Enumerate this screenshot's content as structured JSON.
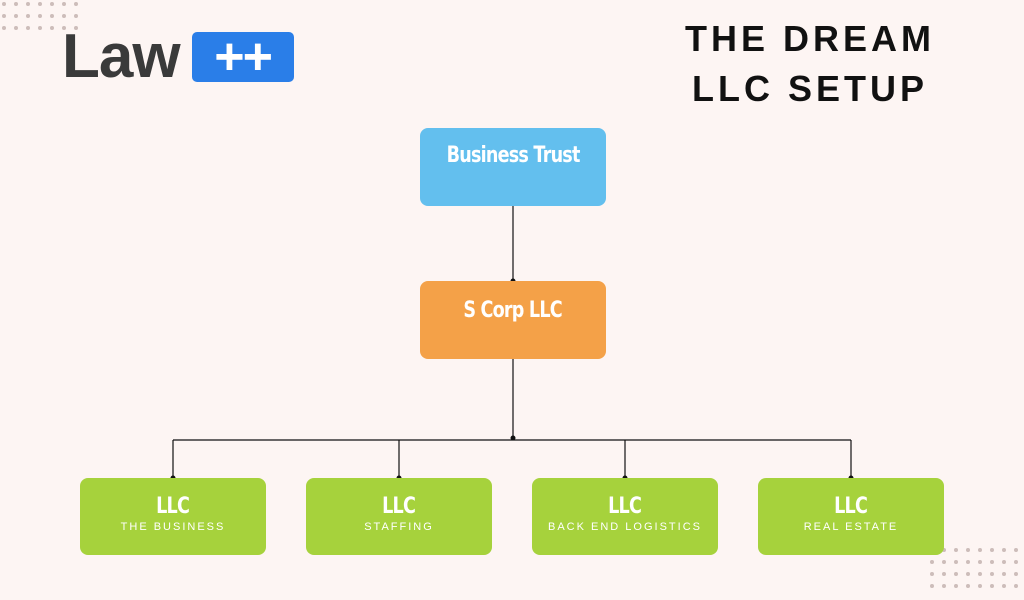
{
  "logo": {
    "text": "Law",
    "badge": "++",
    "colors": {
      "text": "#3a3a3a",
      "badge": "#2a7ee8"
    }
  },
  "title": {
    "line1": "THE DREAM",
    "line2": "LLC SETUP"
  },
  "nodes": {
    "trust": {
      "label": "Business Trust",
      "color": "#63bfee"
    },
    "scorp": {
      "label": "S Corp LLC",
      "color": "#f4a148"
    },
    "llcs": [
      {
        "label": "LLC",
        "sub": "THE BUSINESS"
      },
      {
        "label": "LLC",
        "sub": "STAFFING"
      },
      {
        "label": "LLC",
        "sub": "BACK END LOGISTICS"
      },
      {
        "label": "LLC",
        "sub": "REAL ESTATE"
      }
    ],
    "llc_color": "#a6d23c"
  },
  "edges": [
    [
      "trust",
      "scorp"
    ],
    [
      "scorp",
      "llc-0"
    ],
    [
      "scorp",
      "llc-1"
    ],
    [
      "scorp",
      "llc-2"
    ],
    [
      "scorp",
      "llc-3"
    ]
  ],
  "background": "#fdf5f3"
}
